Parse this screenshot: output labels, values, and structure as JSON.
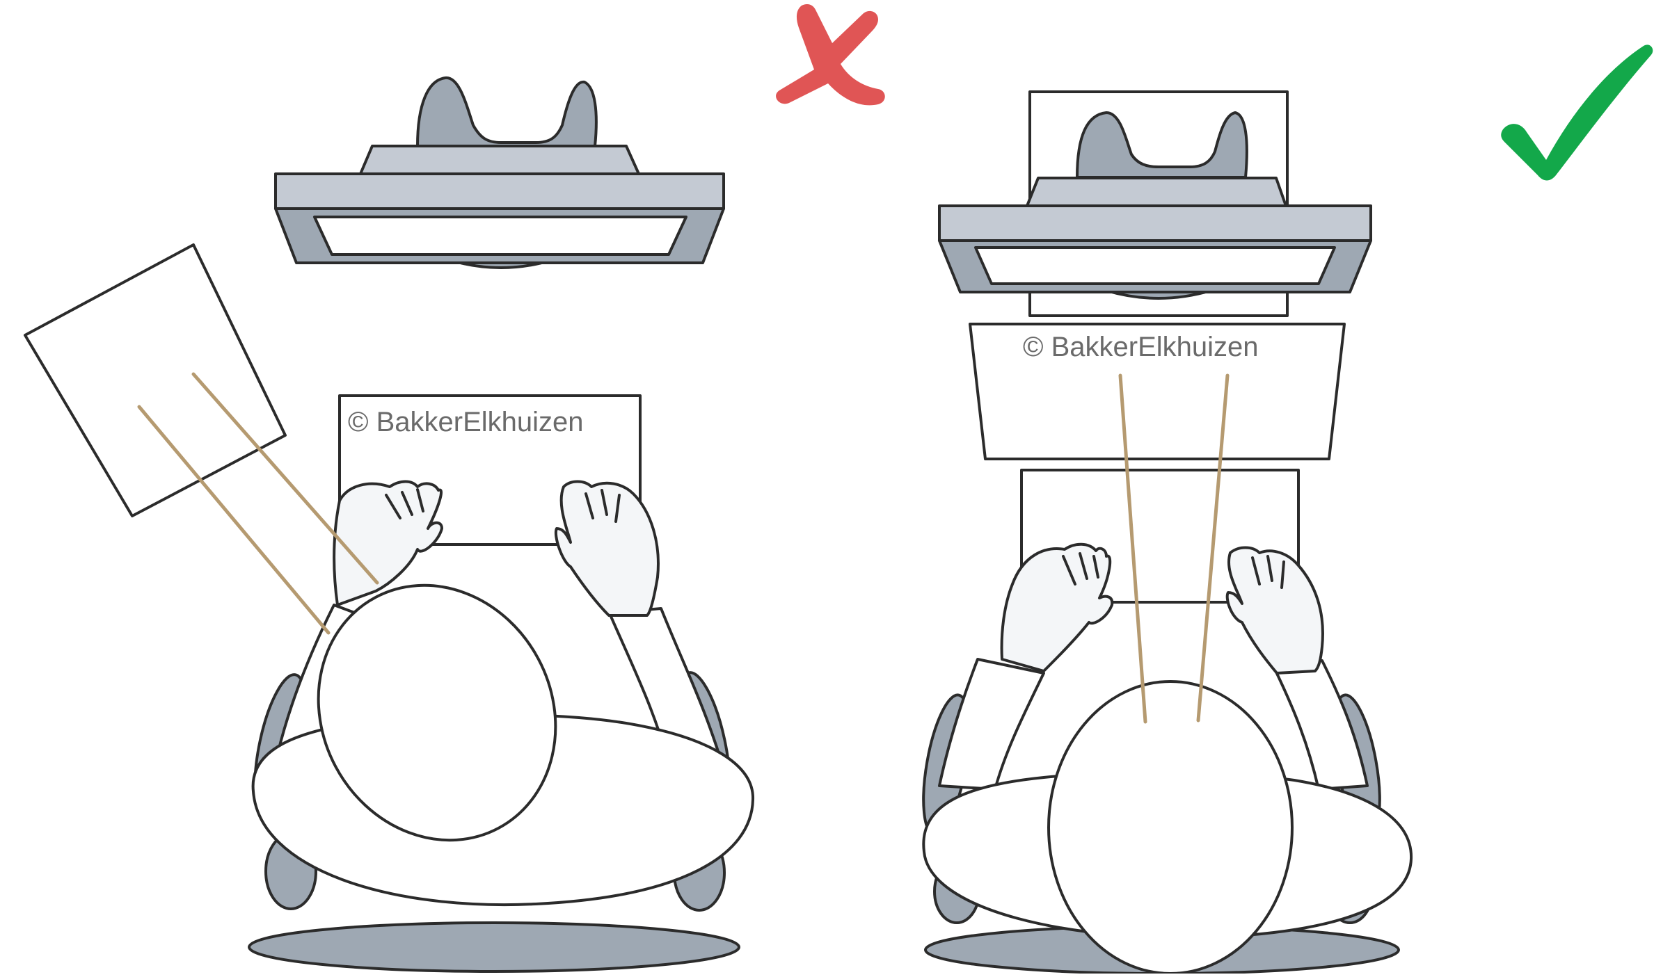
{
  "watermark_text": "© BakkerElkhuizen",
  "colors": {
    "background": "#ffffff",
    "outline": "#2b2b2b",
    "metal": "#9ea8b3",
    "light_metal": "#c4cad3",
    "skin": "#f4f6f8",
    "sightline": "#b59a70",
    "wrong_mark": "#e05555",
    "right_mark": "#13a84a"
  },
  "panels": [
    {
      "verdict": "wrong",
      "verdict_icon": "cross-mark-icon",
      "document_position": "beside-keyboard-angled"
    },
    {
      "verdict": "correct",
      "verdict_icon": "check-mark-icon",
      "document_position": "between-keyboard-and-monitor"
    }
  ]
}
